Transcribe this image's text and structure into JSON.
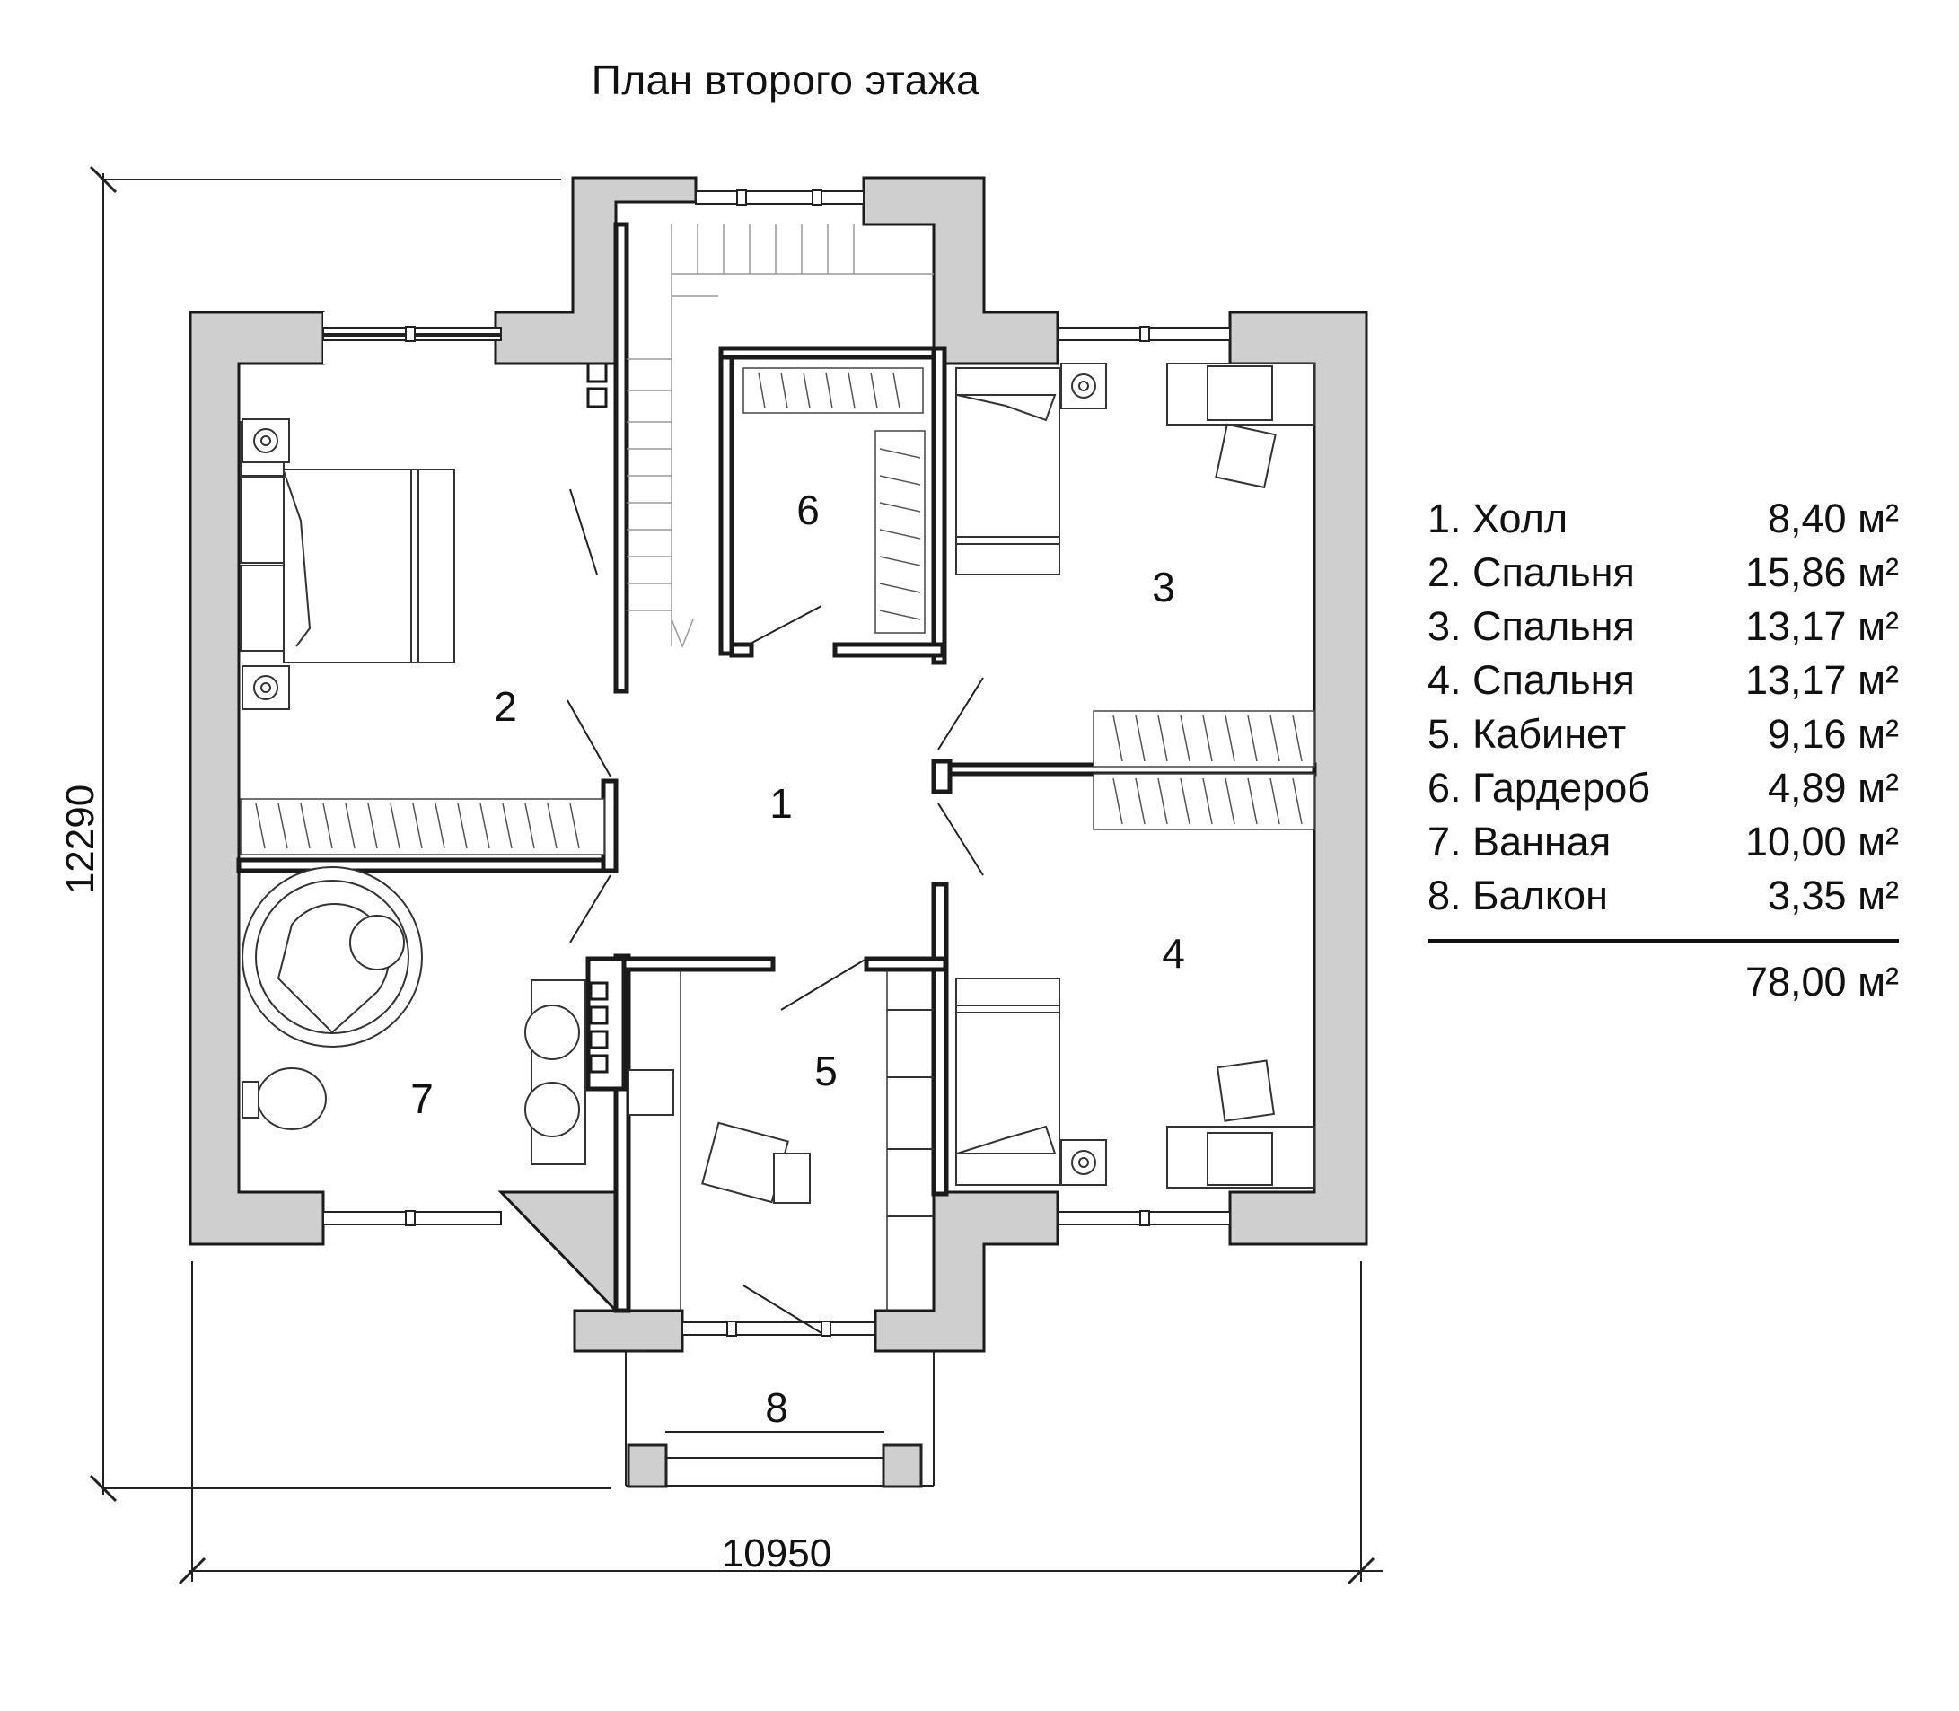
{
  "title": "План второго этажа",
  "dimensions": {
    "height": "12290",
    "width": "10950"
  },
  "rooms": [
    {
      "num": "1",
      "name": "Холл",
      "area": "8,40 м²"
    },
    {
      "num": "2",
      "name": "Спальня",
      "area": "15,86 м²"
    },
    {
      "num": "3",
      "name": "Спальня",
      "area": "13,17 м²"
    },
    {
      "num": "4",
      "name": "Спальня",
      "area": "13,17 м²"
    },
    {
      "num": "5",
      "name": "Кабинет",
      "area": "9,16 м²"
    },
    {
      "num": "6",
      "name": "Гардероб",
      "area": "4,89 м²"
    },
    {
      "num": "7",
      "name": "Ванная",
      "area": "10,00 м²"
    },
    {
      "num": "8",
      "name": "Балкон",
      "area": "3,35 м²"
    }
  ],
  "total_area": "78,00 м²",
  "colors": {
    "wall_fill": "#cfcfcf",
    "wall_stroke": "#1a1a1a",
    "line": "#222222"
  }
}
